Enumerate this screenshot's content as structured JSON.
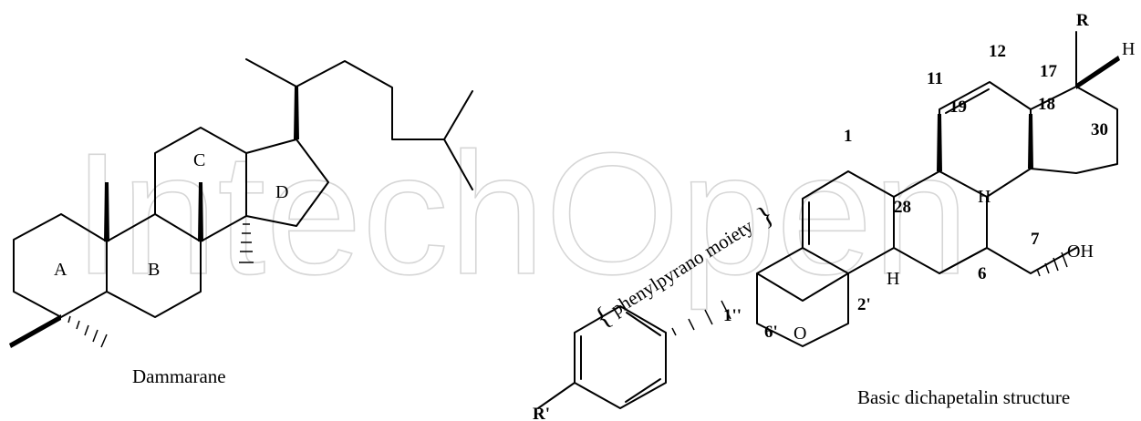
{
  "watermark": "IntechOpen",
  "left_structure": {
    "caption": "Dammarane",
    "ring_labels": {
      "a": "A",
      "b": "B",
      "c": "C",
      "d": "D"
    }
  },
  "right_structure": {
    "caption": "Basic dichapetalin structure",
    "moiety_label": "phenylpyrano moiety",
    "substituents": {
      "r": "R",
      "r_prime": "R'",
      "oh": "OH",
      "o": "O",
      "h_top": "H",
      "h_mid": "H",
      "h_low": "H"
    },
    "atom_numbers": {
      "n1": "1",
      "n6": "6",
      "n7": "7",
      "n11": "11",
      "n12": "12",
      "n17": "17",
      "n18": "18",
      "n19": "19",
      "n28": "28",
      "n30": "30",
      "n1pp": "1''",
      "n2p": "2'",
      "n6p": "6'"
    }
  }
}
